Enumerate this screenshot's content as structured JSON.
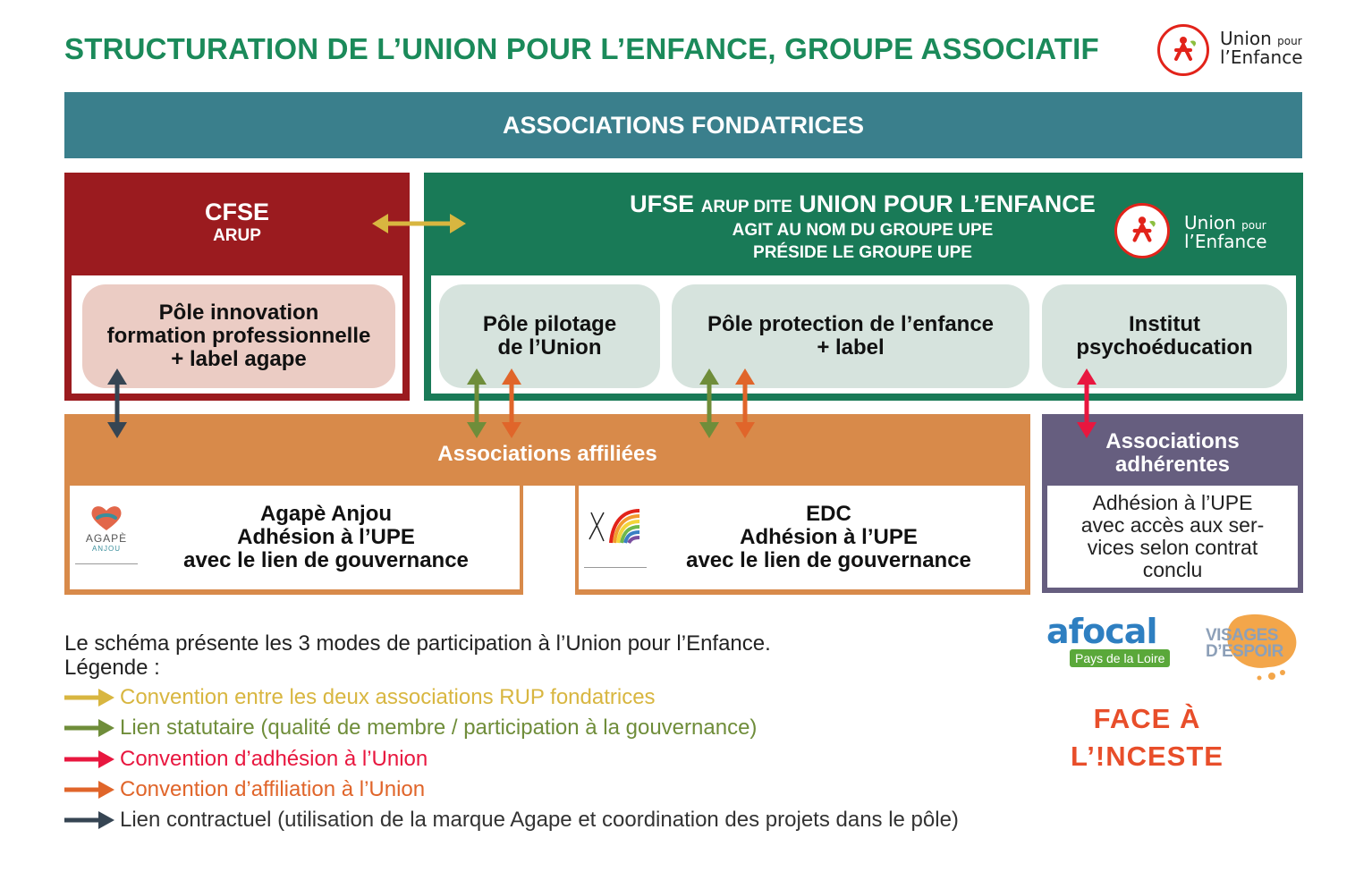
{
  "title": "STRUCTURATION DE L’UNION POUR L’ENFANCE, GROUPE ASSOCIATIF",
  "logo": {
    "line1": "Union",
    "small": "pour",
    "line2": "l’Enfance"
  },
  "banner": "ASSOCIATIONS FONDATRICES",
  "cfse": {
    "name": "CFSE",
    "sub": "ARUP"
  },
  "ufse": {
    "name": "UFSE",
    "name_small": "ARUP DITE",
    "name_rest": "UNION POUR L’ENFANCE",
    "line2": "AGIT AU NOM DU GROUPE UPE",
    "line3": "PRÉSIDE LE GROUPE UPE"
  },
  "poles": {
    "innovation": [
      "Pôle innovation",
      "formation professionnelle",
      "+ label agape"
    ],
    "pilotage": [
      "Pôle pilotage",
      "de l’Union"
    ],
    "protection": [
      "Pôle protection de l’enfance",
      "+ label"
    ],
    "institut": [
      "Institut",
      "psychoéducation"
    ]
  },
  "affiliees": {
    "title": "Associations affiliées",
    "agape": [
      "Agapè Anjou",
      "Adhésion à l’UPE",
      "avec le lien de gouvernance"
    ],
    "agape_logo_text": "AGAPÈ",
    "agape_logo_sub": "ANJOU",
    "edc": [
      "EDC",
      "Adhésion à l’UPE",
      "avec le lien de gouvernance"
    ]
  },
  "adherentes": {
    "title": [
      "Associations",
      "adhérentes"
    ],
    "text": [
      "Adhésion à l’UPE",
      "avec accès aux ser-",
      "vices selon contrat",
      "conclu"
    ]
  },
  "legend": {
    "intro": "Le schéma présente les 3 modes de participation à l’Union pour l’Enfance.",
    "label": "Légende :",
    "items": [
      {
        "text": "Convention entre les deux associations RUP fondatrices",
        "color": "#d8b640"
      },
      {
        "text": "Lien statutaire (qualité de membre / participation à la gouvernance)",
        "color": "#6f8d3a"
      },
      {
        "text": "Convention d’adhésion à l’Union",
        "color": "#e8173f"
      },
      {
        "text": "Convention d’affiliation à l’Union",
        "color": "#e0652a"
      },
      {
        "text": "Lien contractuel (utilisation de la marque Agape et coordination des projets dans le pôle)",
        "color": "#364553"
      }
    ]
  },
  "partners": {
    "afocal": "afocal",
    "afocal_sub": "Pays de la Loire",
    "visages": [
      "VISAGES",
      "D’ESPOIR"
    ],
    "face": [
      "FACE À",
      "L’!NCESTE"
    ]
  },
  "colors": {
    "title_green": "#1b8a5a",
    "banner_teal": "#3a7f8c",
    "cfse_red": "#9b1b1f",
    "ufse_green": "#197a57",
    "affiliees_orange": "#d88a4a",
    "adherentes_purple": "#665e7f"
  }
}
